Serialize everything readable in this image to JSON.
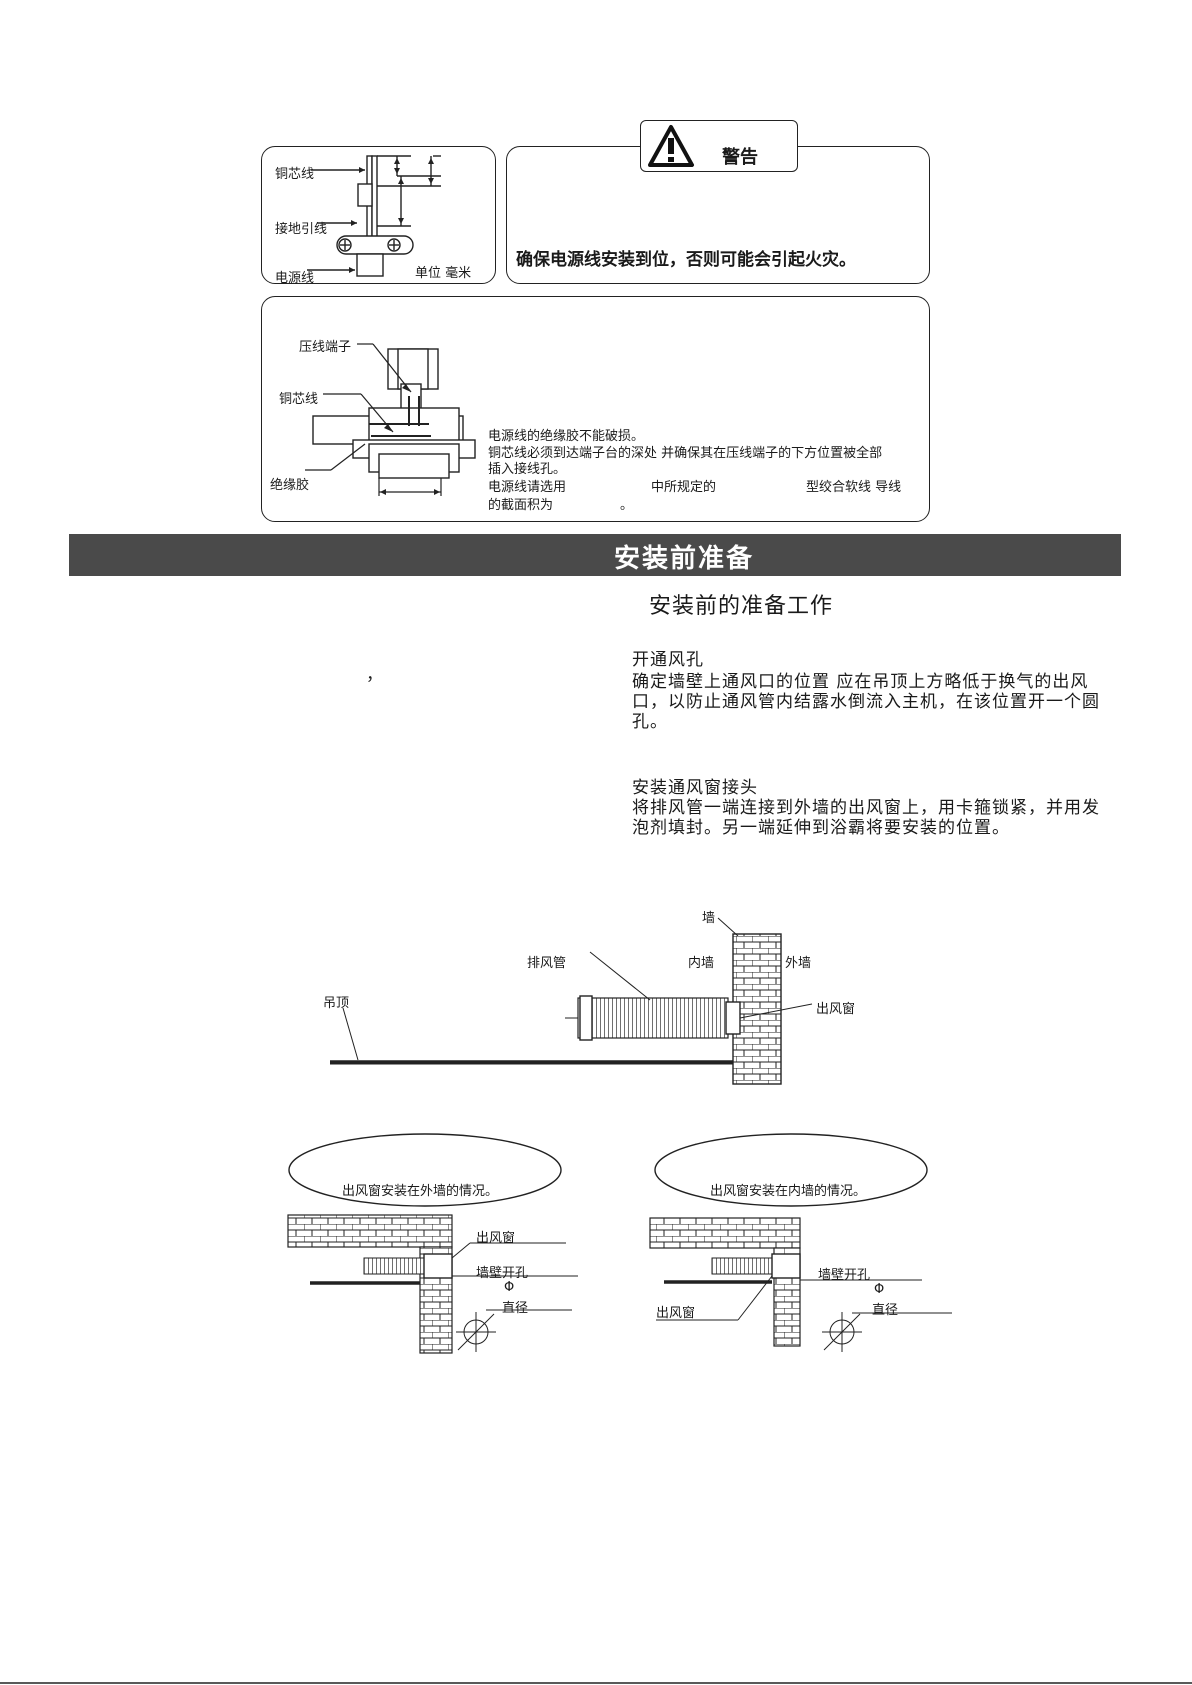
{
  "top_left_diagram": {
    "label_copper": "铜芯线",
    "label_ground": "接地引线",
    "label_power": "电源线",
    "label_unit": "单位  毫米"
  },
  "warning": {
    "title": "警告",
    "text": "确保电源线安装到位，否则可能会引起火灾。"
  },
  "terminal_box": {
    "label_terminal": "压线端子",
    "label_copper": "铜芯线",
    "label_insulation": "绝缘胶",
    "line1": "电源线的绝缘胶不能破损。",
    "line2": "铜芯线必须到达端子台的深处 并确保其在压线端子的下方位置被全部",
    "line3": "插入接线孔。",
    "line4a": "电源线请选用",
    "line4b": "中所规定的",
    "line4c": "型绞合软线 导线",
    "line5a": "的截面积为",
    "line5b": "。"
  },
  "section": {
    "title": "安装前准备",
    "subtitle": "安装前的准备工作",
    "stray_comma": "，"
  },
  "step1": {
    "heading": "开通风孔",
    "body": "确定墙壁上通风口的位置 应在吊顶上方略低于换气的出风口，以防止通风管内结露水倒流入主机，在该位置开一个圆孔。"
  },
  "step2": {
    "heading": "安装通风窗接头",
    "body": "将排风管一端连接到外墙的出风窗上，用卡箍锁紧，并用发泡剂填封。另一端延伸到浴霸将要安装的位置。"
  },
  "main_diagram": {
    "wall": "墙",
    "duct": "排风管",
    "inner_wall": "内墙",
    "outer_wall": "外墙",
    "ceiling": "吊顶",
    "outlet": "出风窗"
  },
  "left_case": {
    "bubble": "出风窗安装在外墙的情况。",
    "outlet": "出风窗",
    "hole": "墙壁开孔",
    "phi": "Φ",
    "diameter": "直径"
  },
  "right_case": {
    "bubble": "出风窗安装在内墙的情况。",
    "outlet": "出风窗",
    "hole": "墙壁开孔",
    "phi": "Φ",
    "diameter": "直径"
  }
}
